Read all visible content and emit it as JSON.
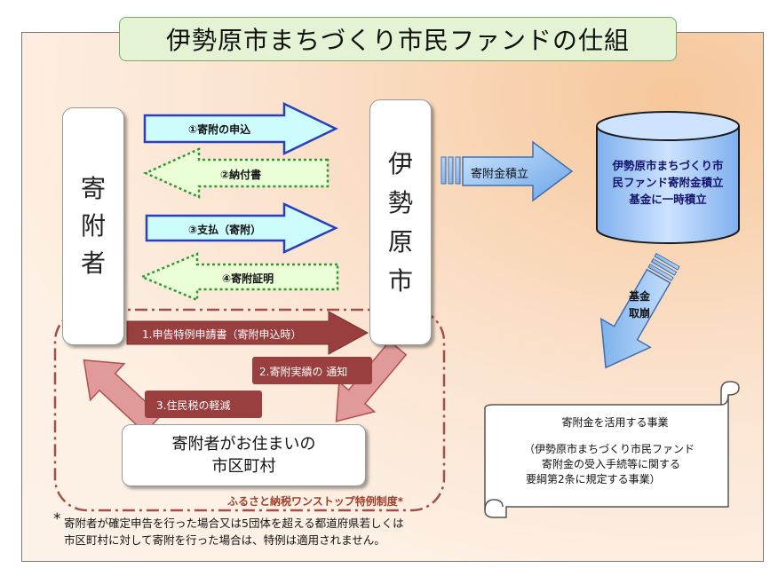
{
  "title": "伊勢原市まちづくり市民ファンドの仕組",
  "donor": [
    "寄",
    "附",
    "者"
  ],
  "city": [
    "伊",
    "勢",
    "原",
    "市"
  ],
  "arrows": {
    "a1": "①寄附の申込",
    "a2": "②納付書",
    "a3": "③支払（寄附）",
    "a4": "④寄附証明",
    "savings": "寄附金積立",
    "withdraw": [
      "基金",
      "取崩"
    ]
  },
  "fund": [
    "伊勢原市まちづくり市",
    "民ファンド寄附金積立",
    "基金に一時積立"
  ],
  "onestop": {
    "s1": "1.申告特例申請書（寄附申込時）",
    "s2": "2.寄附実績の 通知",
    "s3": "3.住民税の軽減",
    "label": "ふるさと納税ワンストップ特例制度*"
  },
  "municipality": [
    "寄附者がお住まいの",
    "市区町村"
  ],
  "project": {
    "heading": "寄附金を活用する事業",
    "lines": [
      "（伊勢原市まちづくり市民ファンド",
      "寄附金の受入手続等に関する",
      "要綱第2条に規定する事業）"
    ]
  },
  "footnote": {
    "mark": "*",
    "lines": [
      "寄附者が確定申告を行った場合又は5団体を超える都道府県若しくは",
      "市区町村に対して寄附を行った場合は、特例は適用されません。"
    ]
  },
  "colors": {
    "blue_arrow": "#cdfcfc",
    "green_arrow": "#eaffd6",
    "maroon": "#9a3f3f",
    "pink_arrow": "#e09a9a",
    "title_bg": "#e3f3d3"
  }
}
